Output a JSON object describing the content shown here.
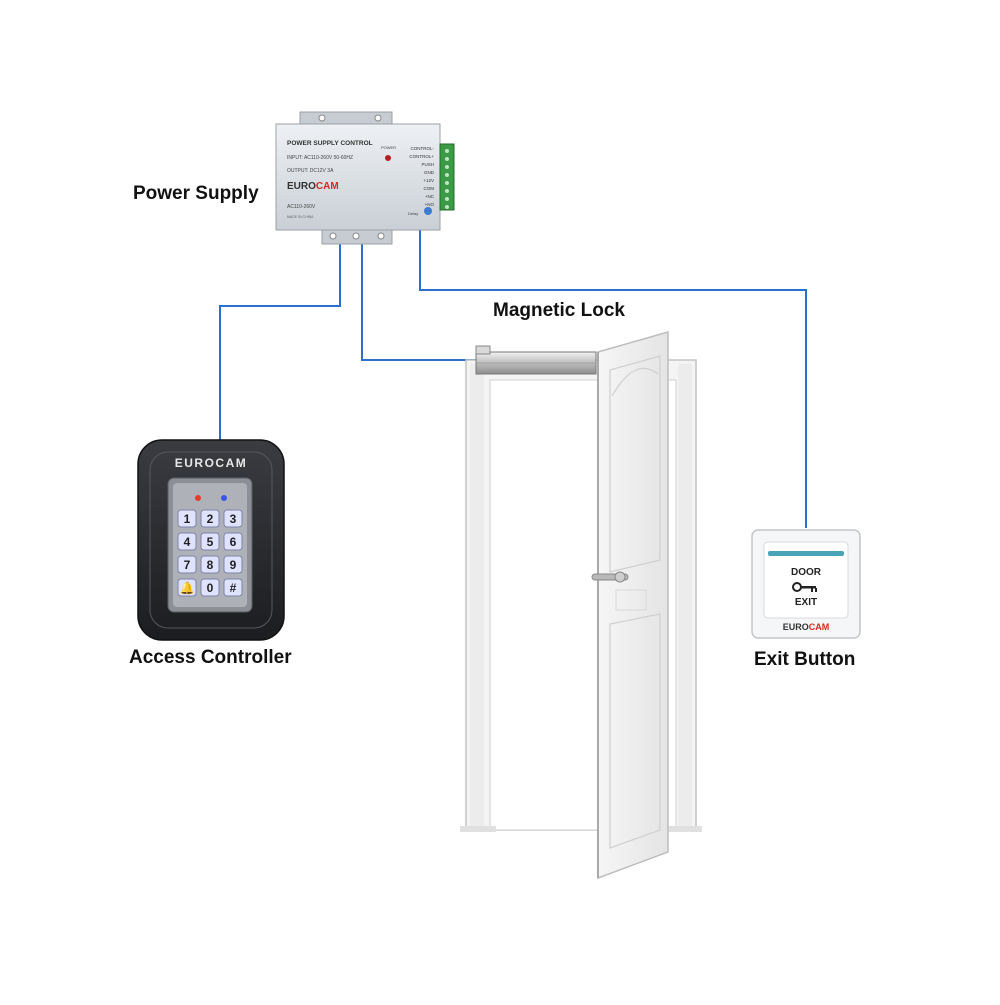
{
  "labels": {
    "power_supply": "Power Supply",
    "magnetic_lock": "Magnetic Lock",
    "access_controller": "Access Controller",
    "exit_button": "Exit Button"
  },
  "power_supply_unit": {
    "header": "POWER SUPPLY CONTROL",
    "input": "INPUT: AC110-260V 50-60HZ",
    "output": "OUTPUT: DC12V  3A",
    "brand_prefix": "EURO",
    "brand_suffix": "CAM",
    "voltage": "AC110-260V",
    "made_in": "MADE IN CHINA",
    "power_indicator": "POWER",
    "delay": "Delay",
    "terminals": [
      "CONTROL-",
      "CONTROL+",
      "PUSH",
      "GND",
      "+12V",
      "COM",
      "+NC",
      "+NO"
    ]
  },
  "keypad": {
    "brand": "EUROCAM",
    "keys": [
      "1",
      "2",
      "3",
      "4",
      "5",
      "6",
      "7",
      "8",
      "9",
      "🔔",
      "0",
      "#"
    ]
  },
  "exit_button_device": {
    "line1": "DOOR",
    "line2": "EXIT",
    "brand_prefix": "EURO",
    "brand_suffix": "CAM"
  },
  "colors": {
    "wire": "#2b6fcf",
    "brand_red": "#d42a1e",
    "device_gray": "#d8dde2",
    "keypad_body": "#2a2c30",
    "key_glow": "#dfe3ff"
  }
}
